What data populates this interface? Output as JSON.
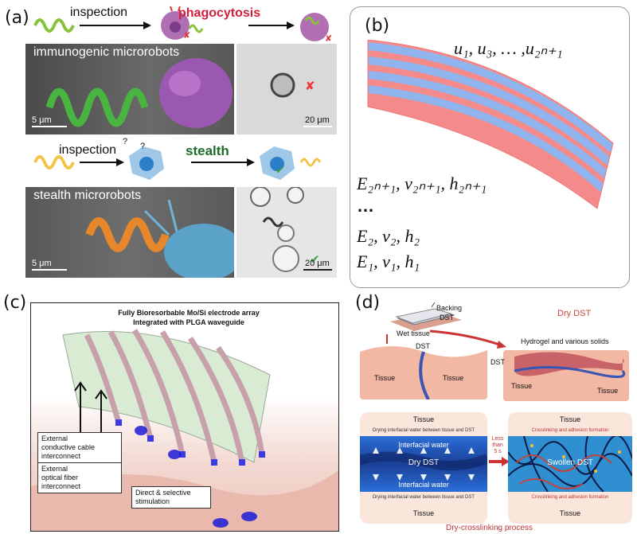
{
  "panel_a": {
    "label": "(a)",
    "row1": {
      "inspection": "inspection",
      "phagocytosis": "phagocytosis"
    },
    "img1_caption": "immunogenic microrobots",
    "img1_scale": "5 μm",
    "img1b_scale": "20 μm",
    "row2": {
      "inspection": "inspection",
      "stealth": "stealth"
    },
    "img2_caption": "stealth microrobots",
    "img2_scale": "5 μm",
    "img2b_scale": "20 μm",
    "question": "?",
    "cross": "✘",
    "check": "✔"
  },
  "panel_b": {
    "label": "(b)",
    "u_vars": "u₁, u₃, … ,u₂ₙ₊₁",
    "e_top": "E₂ₙ₊₁, ν₂ₙ₊₁, h₂ₙ₊₁",
    "dots": "…",
    "e_2": "E₂, ν₂, h₂",
    "e_1": "E₁, ν₁, h₁",
    "colors": {
      "red": "#f58a8a",
      "blue": "#8fb4ee"
    }
  },
  "panel_c": {
    "label": "(c)",
    "title_line1": "Fully Bioresorbable Mo/Si electrode array",
    "title_line2": "Integrated with PLGA waveguide",
    "box1": "External\nconductive cable\ninterconnect",
    "box2": "External\noptical fiber\ninterconnect",
    "box3": "Direct & selective\nstimulation"
  },
  "panel_d": {
    "label": "(d)",
    "backing": "Backing",
    "dst": "DST",
    "wet_tissue": "Wet tissue",
    "dry_dst": "Dry DST",
    "hydrogel": "Hydrogel and various solids",
    "dst_mid": "DST",
    "dst_right": "DST",
    "tissue": "Tissue",
    "drying_text": "Drying interfacial water between tissue and DST",
    "interfacial_water": "Interfacial water",
    "dry_dst_label": "Dry DST",
    "less_than": "Less\nthan\n5 s",
    "crosslinking": "Crosslinking and adhesion formation",
    "swollen": "Swollen DST",
    "process": "Dry-crosslinking process"
  }
}
